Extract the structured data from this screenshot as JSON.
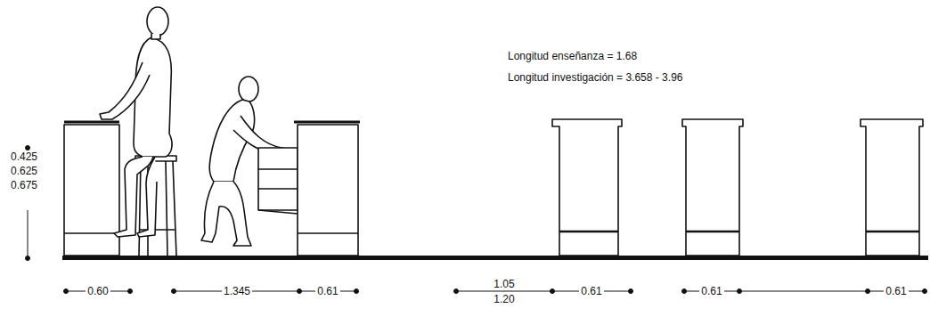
{
  "diagram": {
    "labels": [
      "Longitud enseñanza = 1.68",
      "Longitud investigación = 3.658 - 3.96",
      "0.425",
      "0.625",
      "0.675",
      "0.60",
      "1.345",
      "0.61",
      "1.05",
      "1.20",
      "0.61",
      "0.61",
      "0.61"
    ]
  }
}
